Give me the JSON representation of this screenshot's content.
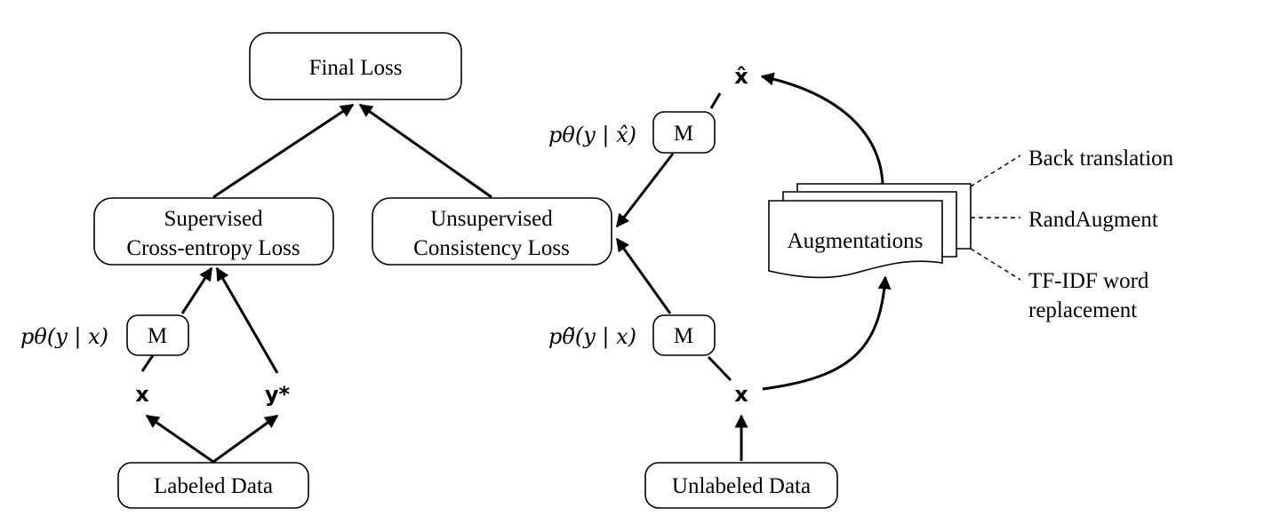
{
  "nodes": {
    "final_loss": "Final Loss",
    "supervised_loss": [
      "Supervised",
      "Cross-entropy Loss"
    ],
    "unsupervised_loss": [
      "Unsupervised",
      "Consistency Loss"
    ],
    "labeled_data": "Labeled Data",
    "unlabeled_data": "Unlabeled Data",
    "augmentations": "Augmentations",
    "model_label": "M"
  },
  "variables": {
    "x_labeled": "x",
    "y_star": "y*",
    "x_unlabeled": "x",
    "x_hat": "x̂"
  },
  "model_outputs": {
    "supervised": "pθ(y | x)",
    "augmented": "pθ(y | x̂)",
    "unlabeled": "pθ̃(y | x)"
  },
  "augmentation_methods": [
    "Back translation",
    "RandAugment",
    "TF-IDF word replacement"
  ]
}
